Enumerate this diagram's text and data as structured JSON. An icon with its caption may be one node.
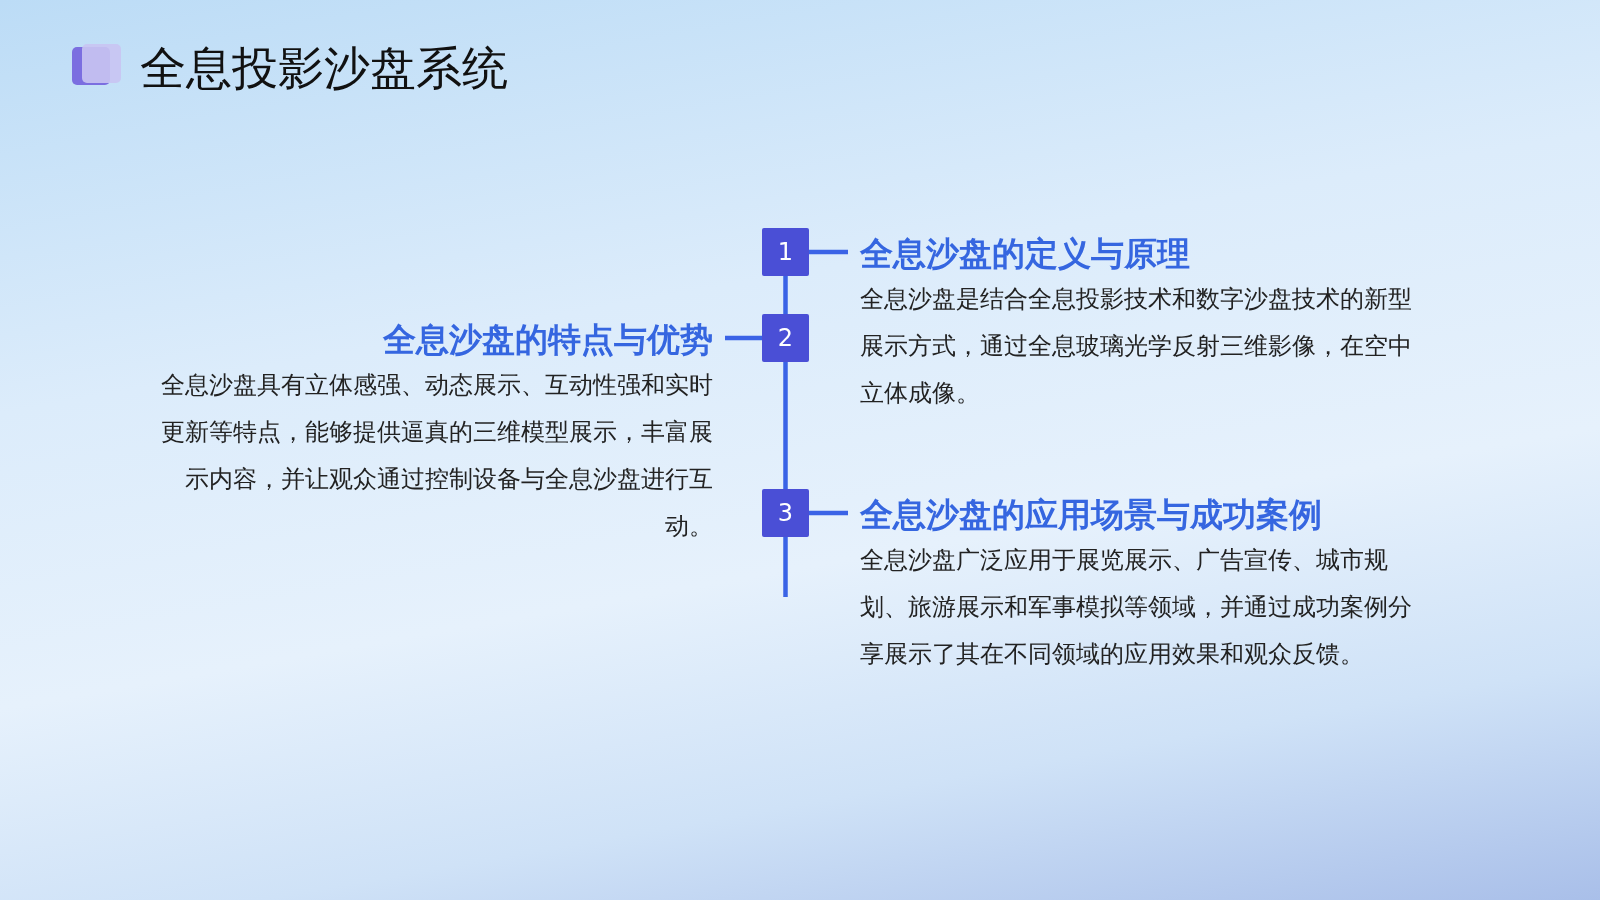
{
  "diagram": {
    "title": "全息投影沙盘系统",
    "nodes": [
      {
        "text": [
          "1"
        ]
      },
      {
        "text": [
          "全息沙盘的定义与原理",
          "全息沙盘是结合全息投影技术和数字沙盘技术的新型展示方式，通过全息玻璃光学反射三维影像，在空中立体成像。"
        ]
      },
      {
        "text": [
          "全息沙盘的特点与优势",
          "全息沙盘具有立体感强、动态展示、互动性强和实时更新等特点，能够提供逼真的三维模型展示，丰富展示内容，并让观众通过控制设备与全息沙盘进行互动。"
        ]
      },
      {
        "text": [
          "2"
        ]
      },
      {
        "text": [
          "3"
        ]
      },
      {
        "text": [
          "全息沙盘的应用场景与成功案例",
          "全息沙盘广泛应用于展览展示、广告宣传、城市规划、旅游展示和军事模拟等领域，并通过成功案例分享展示了其在不同领域的应用效果和观众反馈。"
        ]
      }
    ],
    "edges": [
      {
        "from": 0,
        "to": 1,
        "arrow": "none"
      },
      {
        "from": 3,
        "to": 2,
        "arrow": "none"
      },
      {
        "from": 4,
        "to": 5,
        "arrow": "none"
      },
      {
        "from": 0,
        "to": 3,
        "arrow": "none"
      },
      {
        "from": 3,
        "to": 4,
        "arrow": "none"
      },
      {
        "from": 4,
        "to": null,
        "arrow": "none"
      }
    ]
  }
}
